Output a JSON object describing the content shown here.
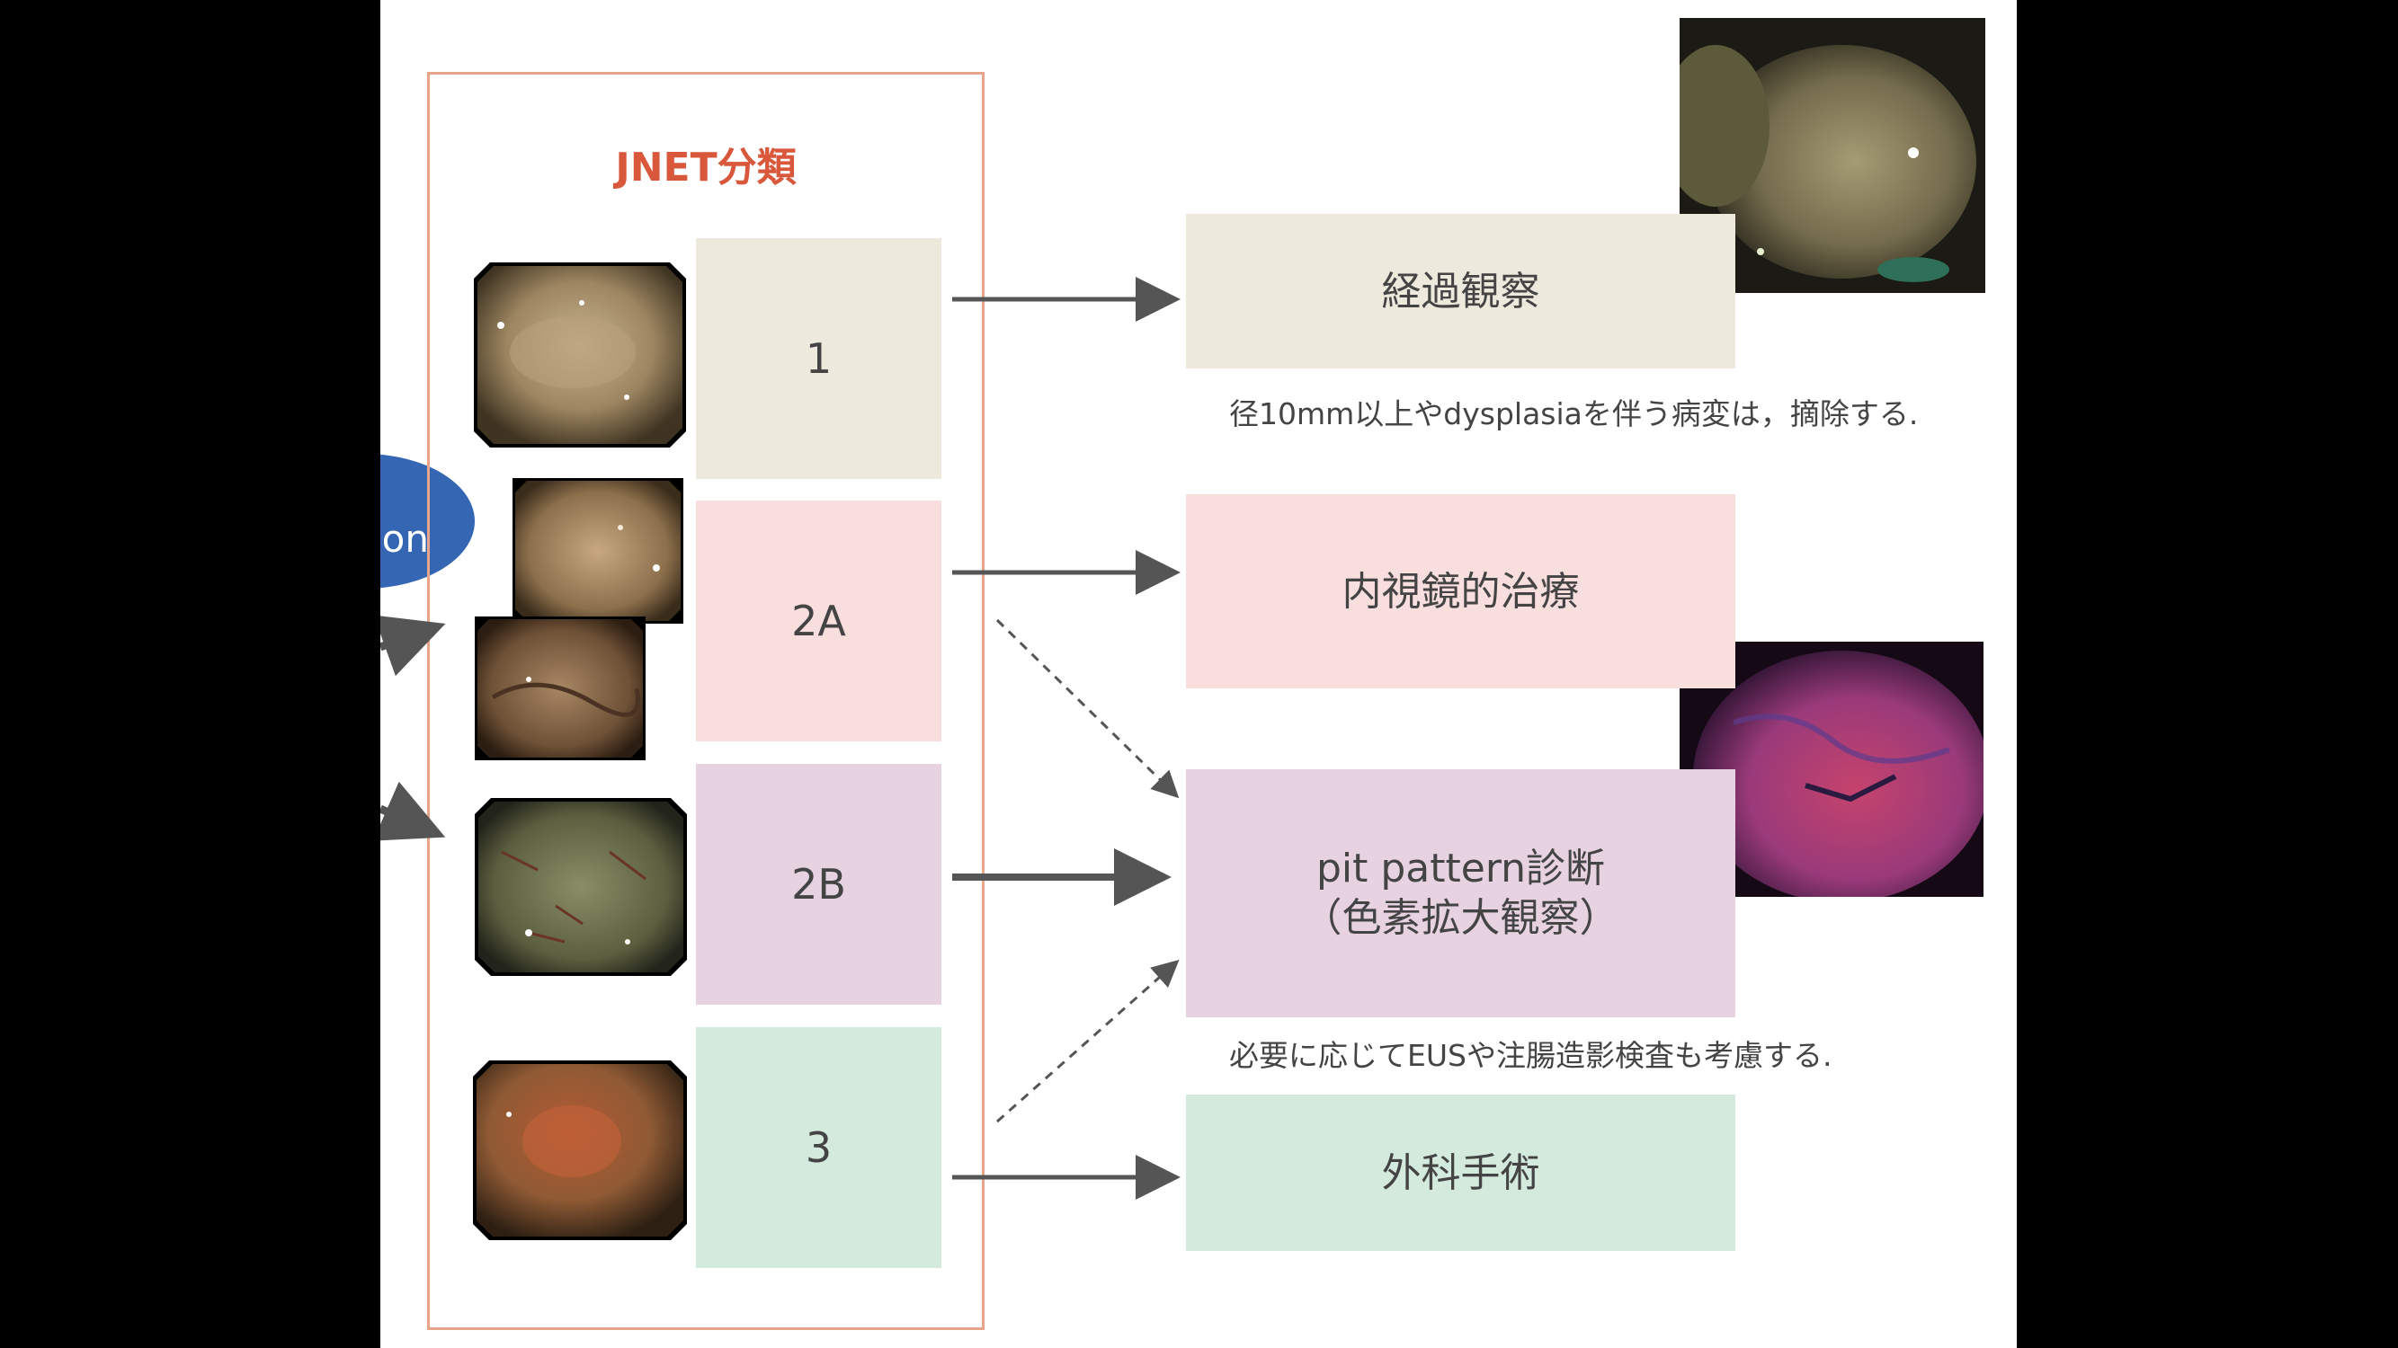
{
  "title": "JNET分類",
  "left_blob_text": "ion",
  "categories": [
    {
      "label": "1",
      "color": "#eee9dd"
    },
    {
      "label": "2A",
      "color": "#f9dede"
    },
    {
      "label": "2B",
      "color": "#e6d2e1"
    },
    {
      "label": "3",
      "color": "#d3eadd"
    }
  ],
  "treatments": [
    {
      "line1": "経過観察",
      "line2": "",
      "color": "#eee9dd"
    },
    {
      "line1": "内視鏡的治療",
      "line2": "",
      "color": "#f9dede"
    },
    {
      "line1": "pit pattern診断",
      "line2": "（色素拡大観察）",
      "color": "#e6d2e1"
    },
    {
      "line1": "外科手術",
      "line2": "",
      "color": "#d3eadd"
    }
  ],
  "notes": {
    "observation": "径10mm以上やdysplasiaを伴う病変は，摘除する.",
    "pit_pattern": "必要に応じてEUSや注腸造影検査も考慮する."
  },
  "colors": {
    "frame": "#e8a58a",
    "title": "#d9583c",
    "arrow": "#555555",
    "blob": "#3466b4"
  }
}
